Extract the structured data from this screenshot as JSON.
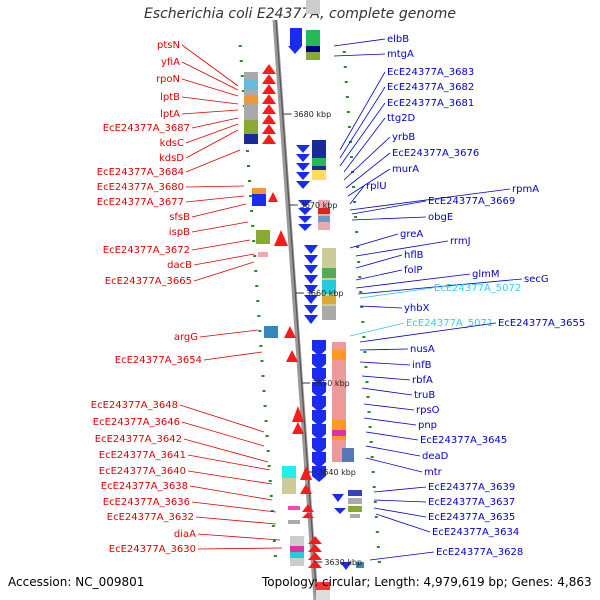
{
  "title": "Escherichia coli E24377A, complete genome",
  "footer": {
    "accession": "Accession: NC_009801",
    "topology": "Topology: circular; Length: 4,979,619 bp; Genes: 4,863"
  },
  "colors": {
    "left_label": "#dd0000",
    "right_label": "#0000cc",
    "right_label_alt": "#33ccee",
    "backbone": "#888888"
  },
  "ticks": [
    "3680 kbp",
    "3670 kbp",
    "3660 kbp",
    "3650 kbp",
    "3640 kbp",
    "3630 kbp"
  ],
  "left_genes": [
    "ptsN",
    "yfiA",
    "rpoN",
    "lptB",
    "lptA",
    "EcE24377A_3687",
    "kdsC",
    "kdsD",
    "EcE24377A_3684",
    "EcE24377A_3680",
    "EcE24377A_3677",
    "sfsB",
    "ispB",
    "EcE24377A_3672",
    "dacB",
    "EcE24377A_3665",
    "argG",
    "EcE24377A_3654",
    "EcE24377A_3648",
    "EcE24377A_3646",
    "EcE24377A_3642",
    "EcE24377A_3641",
    "EcE24377A_3640",
    "EcE24377A_3638",
    "EcE24377A_3636",
    "EcE24377A_3632",
    "diaA",
    "EcE24377A_3630"
  ],
  "right_genes": [
    "elbB",
    "mtgA",
    "EcE24377A_3683",
    "EcE24377A_3682",
    "EcE24377A_3681",
    "ttg2D",
    "yrbB",
    "EcE24377A_3676",
    "murA",
    "rplU",
    "rpmA",
    "EcE24377A_3669",
    "obgE",
    "greA",
    "rrmJ",
    "hflB",
    "folP",
    "glmM",
    "secG",
    "EcE24377A_5072",
    "yhbX",
    "EcE24377A_5071",
    "EcE24377A_3655",
    "nusA",
    "infB",
    "rbfA",
    "truB",
    "rpsO",
    "pnp",
    "EcE24377A_3645",
    "deaD",
    "mtr",
    "EcE24377A_3639",
    "EcE24377A_3637",
    "EcE24377A_3635",
    "EcE24377A_3634",
    "EcE24377A_3628"
  ]
}
